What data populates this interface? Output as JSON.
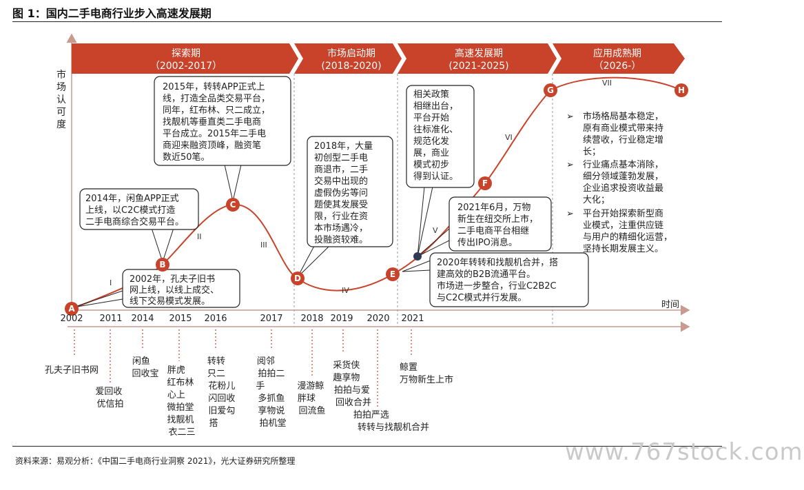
{
  "title": "图 1：国内二手电商行业步入高速发展期",
  "source": "资料来源：易观分析：《中国二手电商行业洞察 2021》，光大证券研究所整理",
  "watermark": "www.767stock.com",
  "y_axis_label": [
    "市",
    "场",
    "认",
    "可",
    "度"
  ],
  "x_axis_label": "时间",
  "colors": {
    "accent": "#C8432A",
    "dark_node": "#2F3A56"
  },
  "phases": [
    {
      "name": "探索期",
      "period": "（2002-2017）"
    },
    {
      "name": "市场启动期",
      "period": "(2018-2020)"
    },
    {
      "name": "高速发展期",
      "period": "(2021-2025)"
    },
    {
      "name": "应用成熟期",
      "period": "（2026-）"
    }
  ],
  "nodes": [
    "A",
    "B",
    "C",
    "D",
    "E",
    "F",
    "G",
    "H"
  ],
  "stages": [
    "I",
    "II",
    "III",
    "IV",
    "V",
    "VI",
    "VII"
  ],
  "years": [
    "2002",
    "2011",
    "2014",
    "2015",
    "2016",
    "2017",
    "2018",
    "2019",
    "2020",
    "2021"
  ],
  "callouts": {
    "c2002": [
      "2002年，孔夫子旧书",
      "网上线，以线上成交、",
      "线下交易模式发展。"
    ],
    "c2014": [
      "2014年，闲鱼APP正式",
      "上线，以C2C模式打造",
      "二手电商综合交易平台。"
    ],
    "c2015": [
      "2015年，转转APP正式上",
      "线，打造全品类交易平台，",
      "同年，红布林、只二成立，",
      "找靓机等垂直类二手电商",
      "平台成立。2015年二手电",
      "商迎来融资顶峰，融资笔",
      "数近50笔。"
    ],
    "c2018": [
      "2018年，大量",
      "初创型二手电",
      "商退市，二手",
      "交易中出现的",
      "虚假伪劣等问",
      "题使其发展受",
      "限，行业在资",
      "本市场遇冷，",
      "投融资较难。"
    ],
    "cpolicy": [
      "相关政策",
      "相继出台，",
      "平台开始",
      "往标准化、",
      "规范化发",
      "展，商业",
      "模式初步",
      "得到认证。"
    ],
    "c2021": [
      "2021年6月，万物",
      "新生在纽交所上市，",
      "二手电商平台相继",
      "传出IPO消息。"
    ],
    "c2020": [
      "2020年转转和找靓机合并，搭",
      "建高效的B2B流通平台。",
      "市场进一步整合，行业C2B2C",
      "与C2C模式并行发展。"
    ]
  },
  "mature_points": [
    [
      "市场格局基本稳定，",
      "原有商业模式带来持",
      "续营收，行业稳定增",
      "长；"
    ],
    [
      "行业痛点基本消除，",
      "细分领域蓬勃发展，",
      "企业追求投资收益最",
      "大化；"
    ],
    [
      "平台开始探索新型商",
      "业模式，注重供应链",
      "与用户的精细化运营，",
      "坚持长期发展主义。"
    ]
  ],
  "events": {
    "e2002": [
      "孔夫子旧书网"
    ],
    "e2011": [
      "爱回收",
      "优信拍"
    ],
    "e2014": [
      "闲鱼",
      "回收宝"
    ],
    "e2015": [
      "胖虎",
      "红布林",
      "心上",
      "微拍堂",
      "找靓机",
      "衣二三"
    ],
    "e2016": [
      "转转",
      "只二",
      "花粉儿",
      "闪回收",
      "旧爱勾",
      "搭"
    ],
    "e2017": [
      "阅邻",
      "拍拍二",
      "手",
      "多抓鱼",
      "享物说",
      "拍机堂"
    ],
    "e2018": [
      "漫游鲸",
      "胖球",
      "回流鱼"
    ],
    "e2019": [
      "采货侠",
      "趣享物",
      "拍拍与爱",
      "回收合并"
    ],
    "e2020": [
      "拍拍严选",
      "转转与找靓机合并"
    ],
    "e2021": [
      "鲸置",
      "万物新生上市"
    ]
  }
}
